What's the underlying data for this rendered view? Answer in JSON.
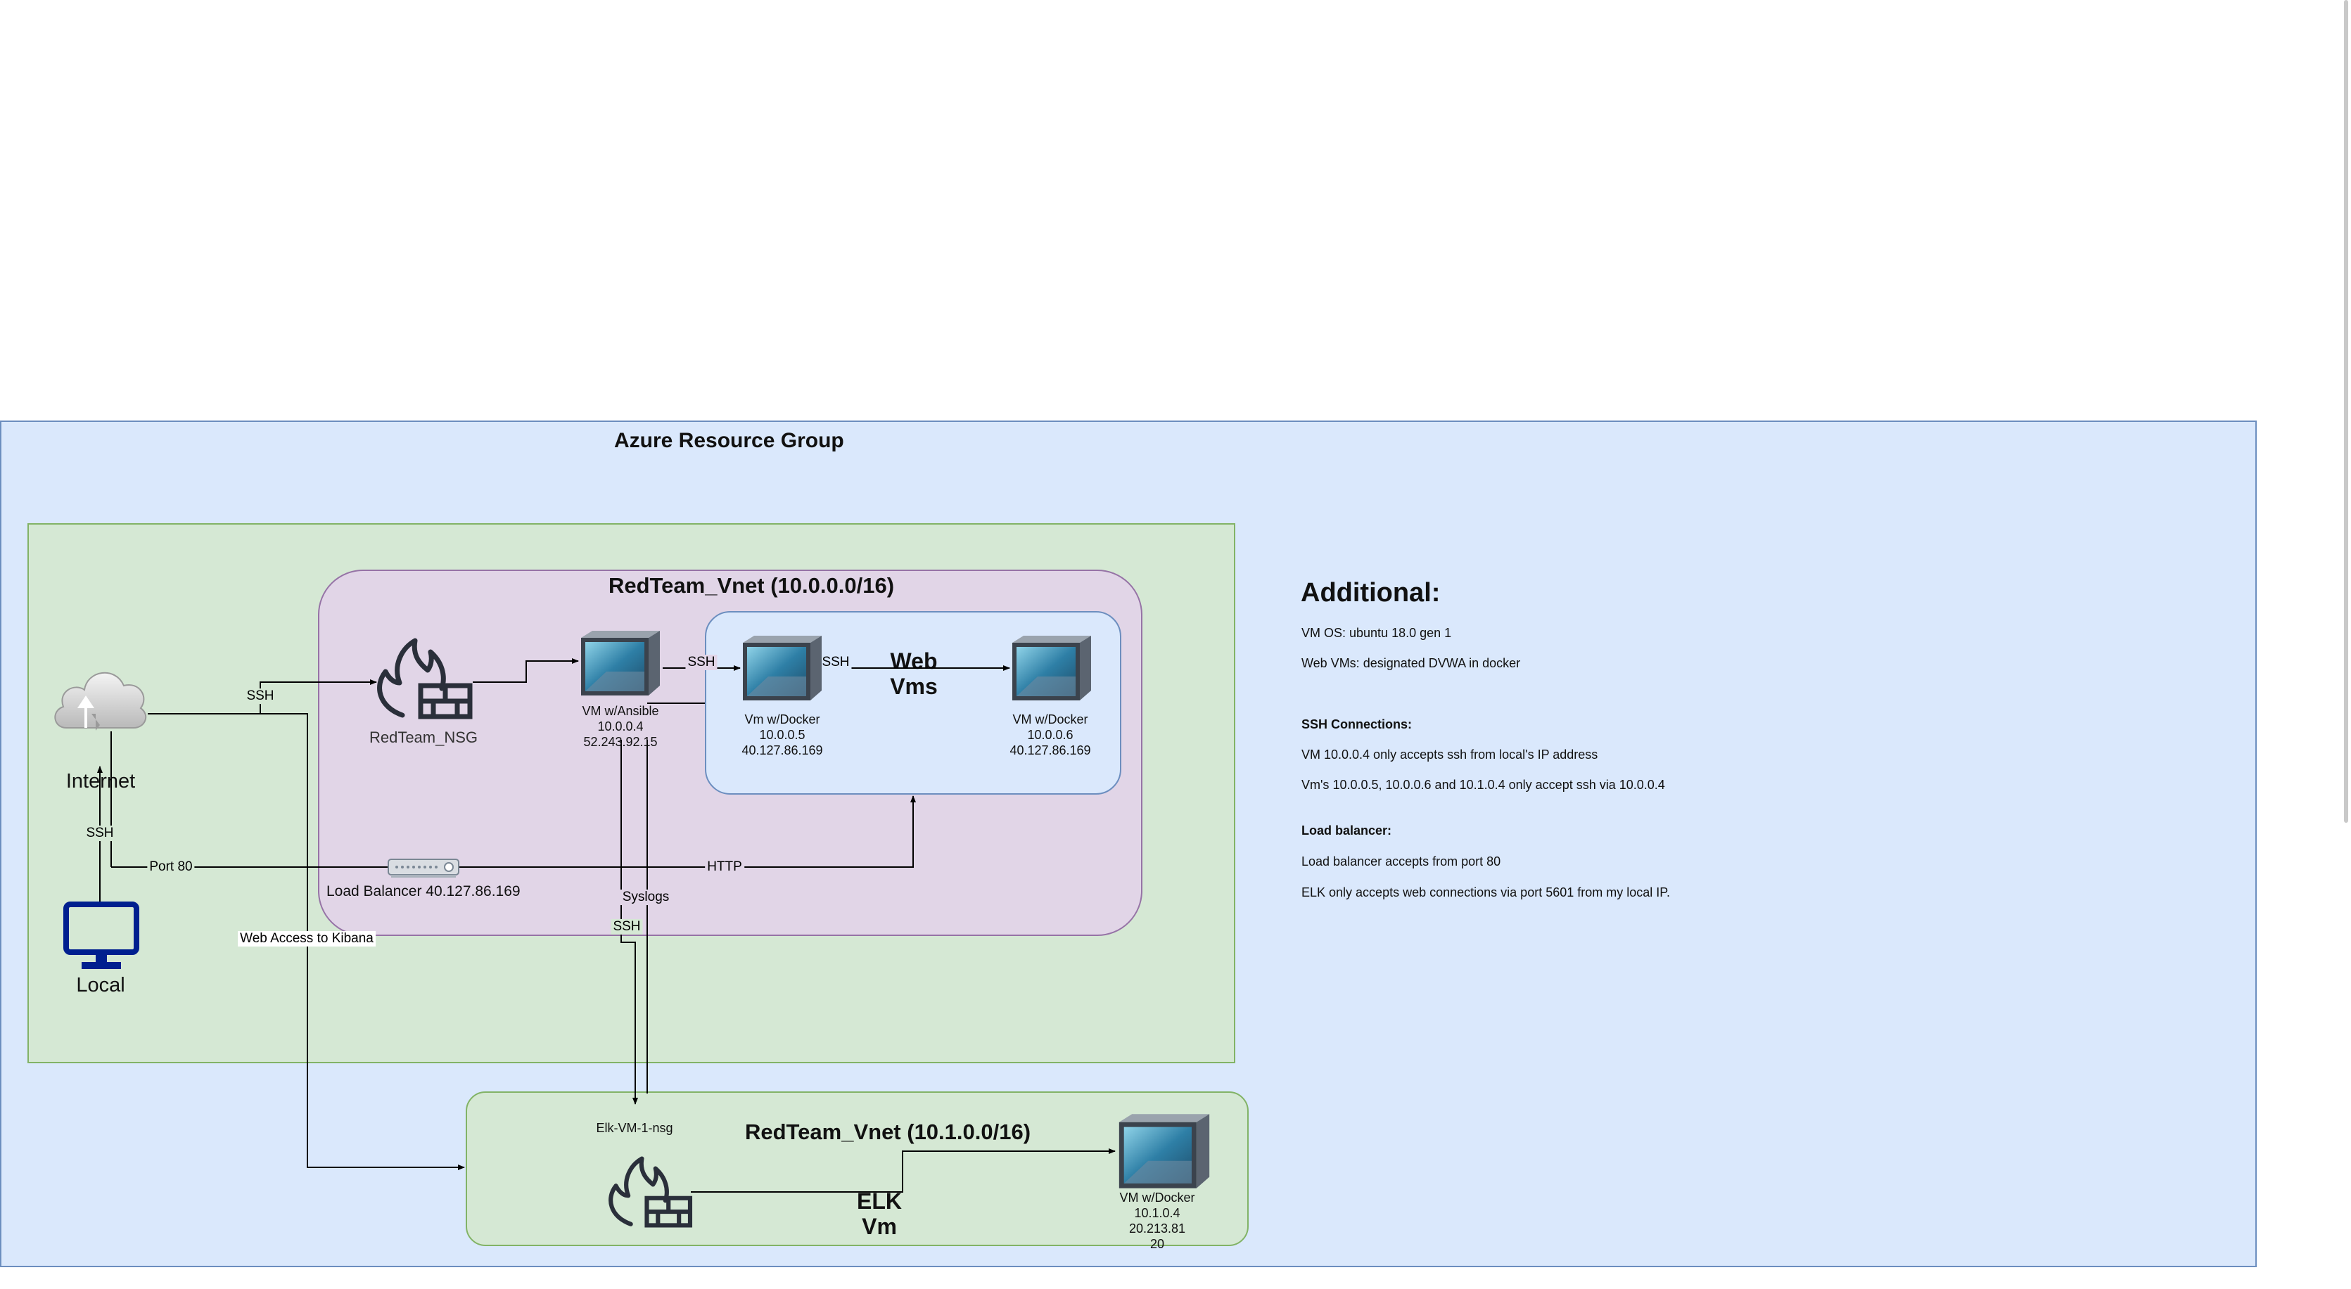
{
  "diagram": {
    "resource_group_title": "Azure Resource Group",
    "vnet1_title": "RedTeam_Vnet (10.0.0.0/16)",
    "web_vms_title": "Web\nVms",
    "vnet2_title": "RedTeam_Vnet (10.1.0.0/16)",
    "elk_title": "ELK\nVm",
    "internet_label": "Internet",
    "local_label": "Local",
    "nsg_label": "RedTeam_NSG",
    "ansible_vm": "VM w/Ansible\n10.0.0.4\n52.243.92.15",
    "web1_vm": "Vm w/Docker\n10.0.0.5\n40.127.86.169",
    "web2_vm": "VM w/Docker\n10.0.0.6\n40.127.86.169",
    "load_balancer": "Load Balancer 40.127.86.169",
    "elk_nsg_label": "Elk-VM-1-nsg",
    "elk_vm": "VM w/Docker\n10.1.0.4\n20.213.81\n20"
  },
  "edges": {
    "ssh_nsg": "SSH",
    "ssh_ansible_web1": "SSH",
    "ssh_web1_web2": "SSH",
    "ssh_local": "SSH",
    "port80": "Port 80",
    "http": "HTTP",
    "syslogs": "Syslogs",
    "ssh_elk": "SSH",
    "kibana": "Web Access to Kibana"
  },
  "additional": {
    "title": "Additional:",
    "os": "VM OS: ubuntu 18.0 gen 1",
    "web_vms": "Web VMs: designated DVWA in docker",
    "ssh_title": "SSH Connections:",
    "ssh1": "VM 10.0.0.4 only accepts ssh from local's IP address",
    "ssh2": "Vm's 10.0.0.5, 10.0.0.6 and 10.1.0.4 only accept ssh via 10.0.0.4",
    "lb_title": "Load balancer:",
    "lb1": "Load balancer accepts from port 80",
    "lb2": "ELK only accepts web connections via port 5601 from my local IP."
  },
  "colors": {
    "resource_group_fill": "#dae8fc",
    "outer_green_fill": "#d5e8d4",
    "vnet_purple_fill": "#e1d5e7",
    "local_monitor": "#001f8f"
  },
  "icons": [
    "cloud-icon",
    "monitor-icon",
    "firewall-icon",
    "vm-icon",
    "load-balancer-icon"
  ]
}
